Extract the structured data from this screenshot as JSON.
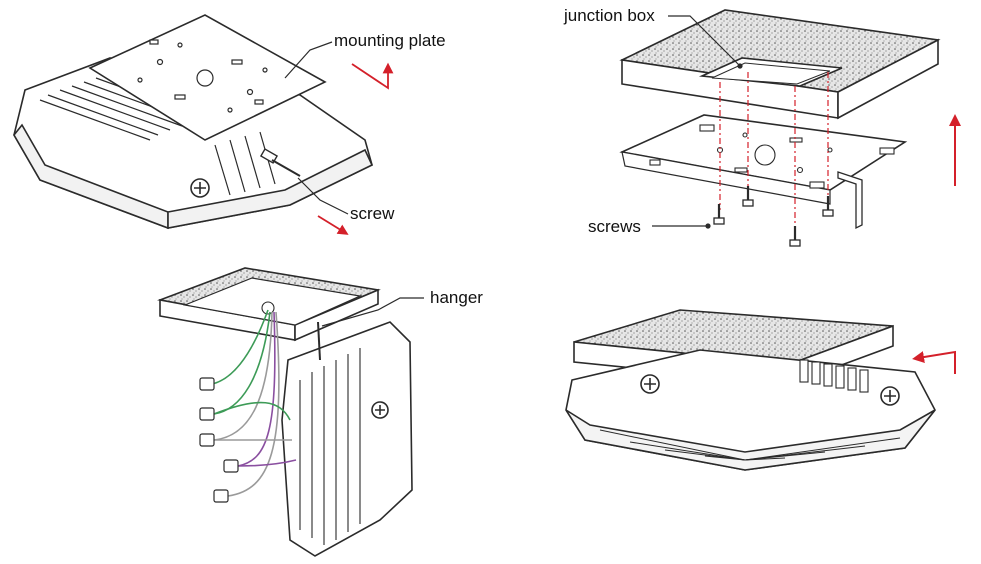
{
  "labels": {
    "mounting_plate": "mounting plate",
    "screw": "screw",
    "junction_box": "junction box",
    "screws": "screws",
    "hanger": "hanger"
  },
  "colors": {
    "line": "#2b2b2b",
    "arrow": "#d4202a",
    "wire_green": "#3d9b57",
    "wire_purple": "#8a4fa0",
    "wire_gray": "#9a9a9a",
    "ceiling_fill": "#d9d9d9"
  }
}
